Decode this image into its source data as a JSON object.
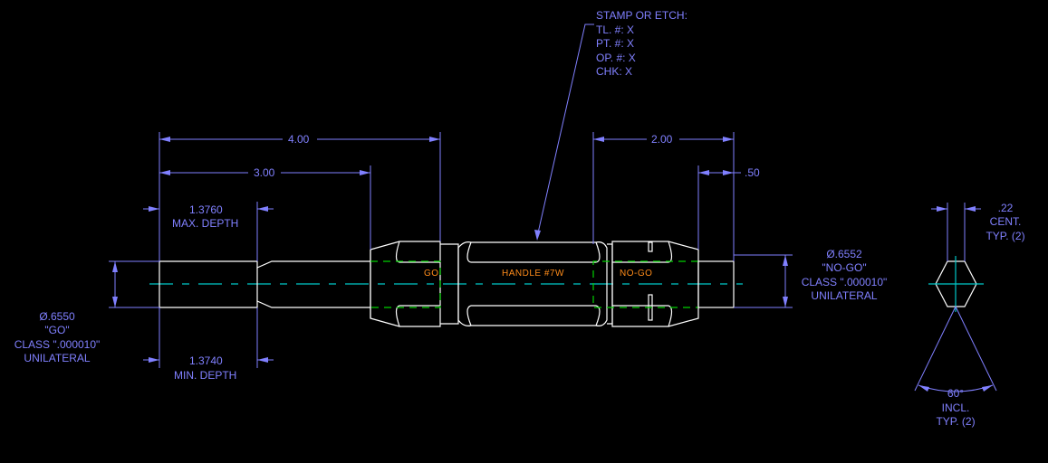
{
  "note": {
    "title": "STAMP OR ETCH:",
    "lines": [
      "TL. #: X",
      "PT. #: X",
      "OP. #: X",
      "CHK: X"
    ]
  },
  "dimensions": {
    "overall_length": "4.00",
    "go_length": "3.00",
    "nogo_length": "2.00",
    "nogo_tip": ".50",
    "max_depth_value": "1.3760",
    "max_depth_label": "MAX. DEPTH",
    "min_depth_value": "1.3740",
    "min_depth_label": "MIN. DEPTH",
    "go_diameter": [
      "Ø.6550",
      "\"GO\"",
      "CLASS \".000010\"",
      "UNILATERAL"
    ],
    "nogo_diameter": [
      "Ø.6552",
      "\"NO-GO\"",
      "CLASS \".000010\"",
      "UNILATERAL"
    ],
    "flat": [
      ".22",
      "CENT.",
      "TYP. (2)"
    ],
    "angle": [
      "60°",
      "INCL.",
      "TYP. (2)"
    ]
  },
  "labels": {
    "go": "GO",
    "handle": "HANDLE #7W",
    "nogo": "NO-GO"
  },
  "colors": {
    "background": "#000000",
    "dimension": "#8080ff",
    "outline": "#ffffff",
    "centerline": "#00c8c8",
    "hidden": "#00d000",
    "label": "#ff8c1a"
  }
}
